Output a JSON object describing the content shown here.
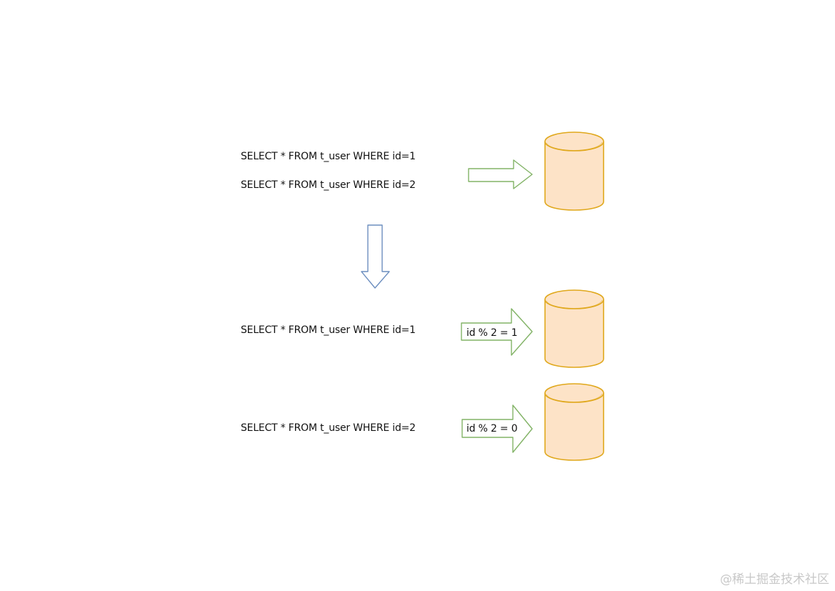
{
  "queries_before": [
    "SELECT * FROM t_user WHERE id=1",
    "SELECT * FROM t_user WHERE id=2"
  ],
  "queries_after": [
    {
      "sql": "SELECT * FROM t_user WHERE id=1",
      "condition": "id % 2 = 1"
    },
    {
      "sql": "SELECT * FROM t_user WHERE id=2",
      "condition": "id % 2 = 0"
    }
  ],
  "colors": {
    "db_fill": "#fde3c7",
    "db_stroke": "#e0a81c",
    "arrow_green": "#82b366",
    "arrow_blue": "#6c8ebf"
  },
  "watermark": "@稀土掘金技术社区"
}
